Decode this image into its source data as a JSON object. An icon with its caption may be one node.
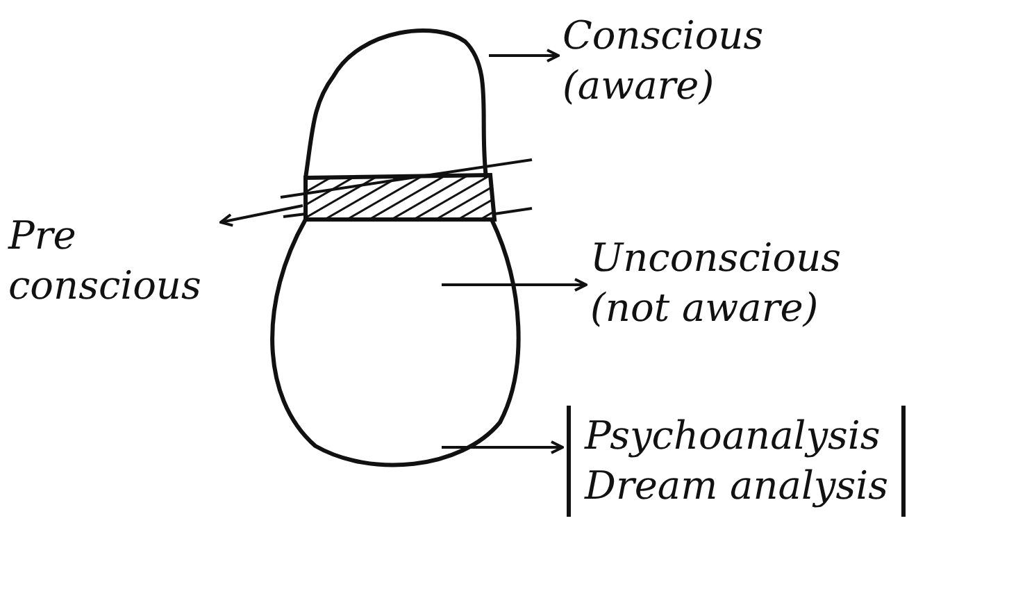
{
  "diagram": {
    "nodes": [
      {
        "text": [],
        "shape": "region"
      },
      {
        "text": [],
        "shape": "bar"
      },
      {
        "text": [],
        "shape": "region"
      },
      {
        "text": [
          "Conscious",
          "(aware)"
        ]
      },
      {
        "text": [
          "Pre conscious"
        ]
      },
      {
        "text": [
          "Unconscious",
          "(not aware)"
        ]
      },
      {
        "text": [
          "Psychoanalysis",
          "Dream analysis"
        ]
      }
    ],
    "edges": [
      {
        "from": 0,
        "to": 3,
        "arrow": "to"
      },
      {
        "from": 1,
        "to": 4,
        "arrow": "to"
      },
      {
        "from": 2,
        "to": 5,
        "arrow": "to"
      },
      {
        "from": 2,
        "to": 6,
        "arrow": "to"
      }
    ]
  }
}
